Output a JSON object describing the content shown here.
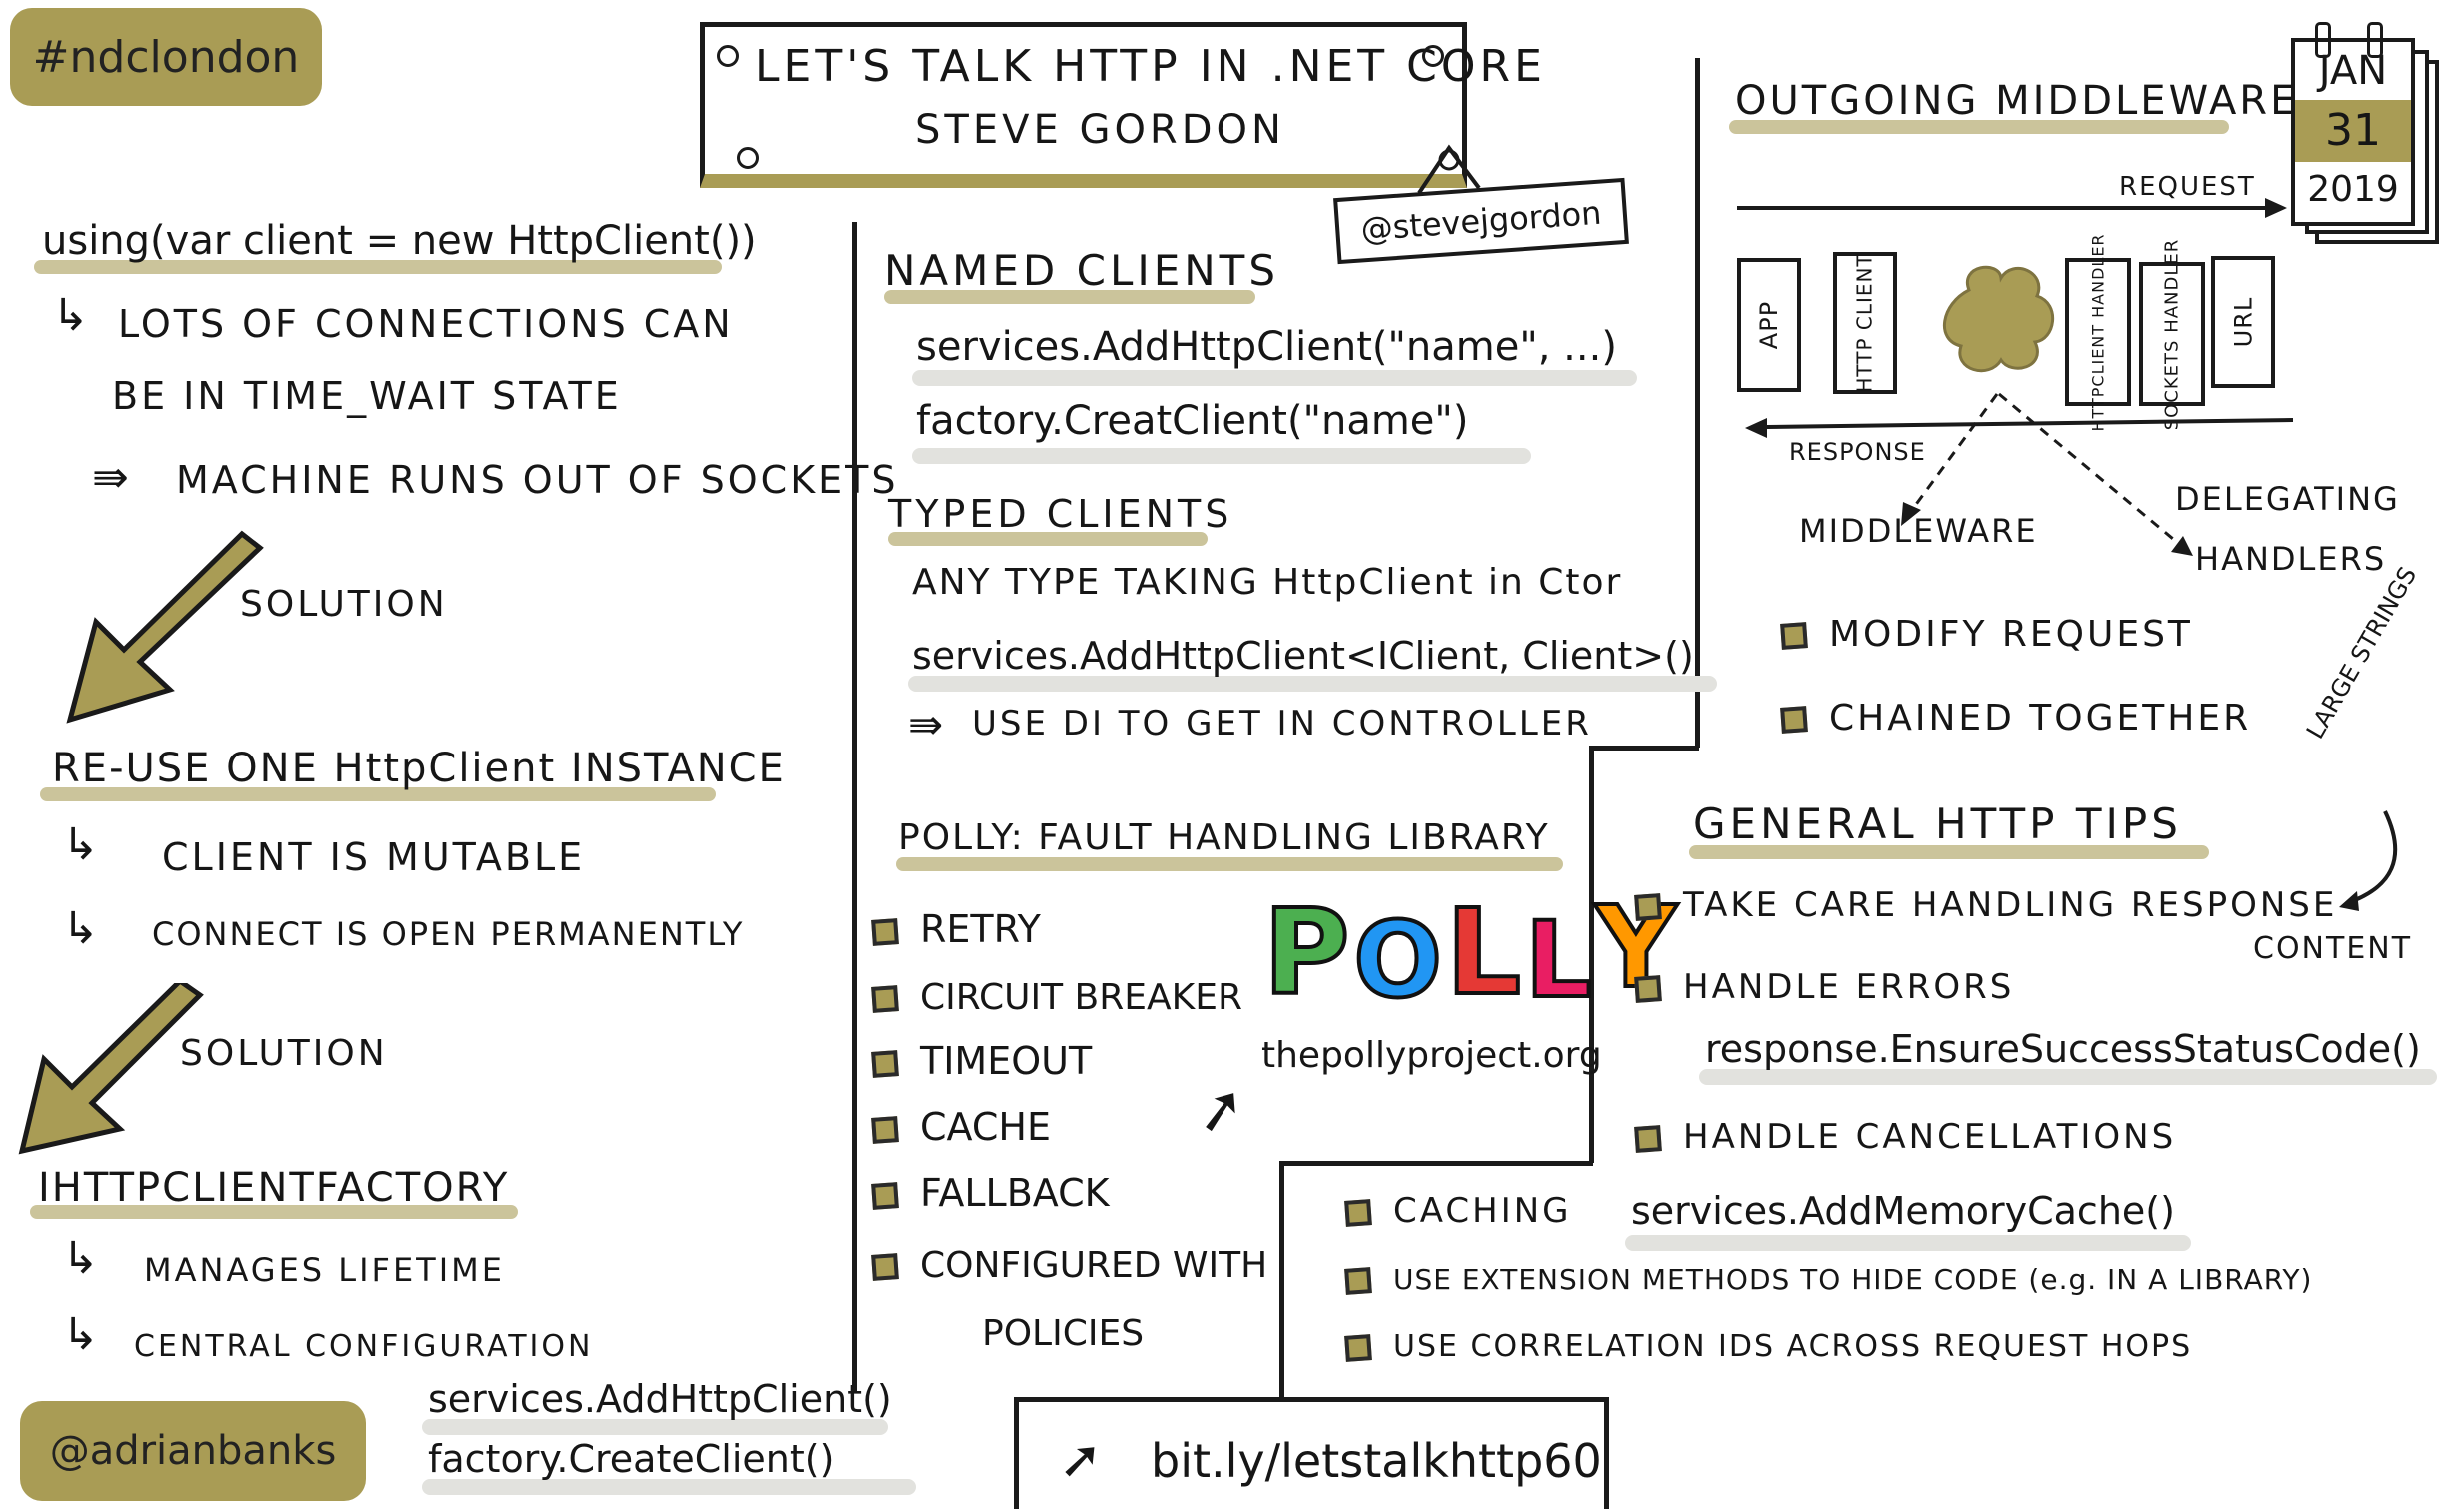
{
  "hashtag": "#ndclondon",
  "title": {
    "line1": "LET'S TALK HTTP IN .NET CORE",
    "line2": "STEVE GORDON",
    "handle": "@stevejgordon"
  },
  "calendar": {
    "month": "JAN",
    "day": "31",
    "year": "2019"
  },
  "left": {
    "using_code": "using(var client = new HttpClient())",
    "issue_line1": "LOTS OF CONNECTIONS CAN",
    "issue_line2": "BE IN TIME_WAIT STATE",
    "consequence": "MACHINE RUNS OUT OF SOCKETS",
    "solution1": "SOLUTION",
    "reuse": "RE-USE ONE HttpClient INSTANCE",
    "reuse_point1": "CLIENT IS MUTABLE",
    "reuse_point2": "CONNECT IS OPEN PERMANENTLY",
    "solution2": "SOLUTION",
    "factory": "IHTTPCLIENTFACTORY",
    "factory_point1": "MANAGES LIFETIME",
    "factory_point2": "CENTRAL CONFIGURATION",
    "author": "@adrianbanks",
    "code1": "services.AddHttpClient()",
    "code2": "factory.CreateClient()"
  },
  "middle": {
    "named_heading": "NAMED CLIENTS",
    "named_code1": "services.AddHttpClient(\"name\", ...)",
    "named_code2": "factory.CreatClient(\"name\")",
    "typed_heading": "TYPED CLIENTS",
    "typed_line": "ANY TYPE TAKING HttpClient in Ctor",
    "typed_code": "services.AddHttpClient<IClient, Client>()",
    "typed_di": "USE DI TO GET IN CONTROLLER",
    "polly_heading": "POLLY: FAULT HANDLING LIBRARY",
    "polly_items": [
      "RETRY",
      "CIRCUIT BREAKER",
      "TIMEOUT",
      "CACHE",
      "FALLBACK",
      "CONFIGURED WITH"
    ],
    "polly_items_cont": "POLICIES",
    "polly_logo": [
      "P",
      "O",
      "L",
      "L",
      "Y"
    ],
    "polly_site": "thepollyproject.org"
  },
  "right": {
    "outgoing_heading": "OUTGOING MIDDLEWARE",
    "request_label": "REQUEST",
    "response_label": "RESPONSE",
    "pipeline": [
      "APP",
      "HTTP CLIENT",
      "HTTPCLIENT HANDLER",
      "SOCKETS HANDLER",
      "URL"
    ],
    "middleware_label": "MIDDLEWARE",
    "delegating_line1": "DELEGATING",
    "delegating_line2": "HANDLERS",
    "points": [
      "MODIFY REQUEST",
      "CHAINED TOGETHER"
    ],
    "tips_heading": "GENERAL HTTP TIPS",
    "large_strings": "LARGE STRINGS",
    "tip1": "TAKE CARE HANDLING RESPONSE",
    "tip1_cont": "CONTENT",
    "tip2": "HANDLE ERRORS",
    "tip2_code": "response.EnsureSuccessStatusCode()",
    "tip3": "HANDLE CANCELLATIONS",
    "caching_label": "CACHING",
    "caching_code": "services.AddMemoryCache()",
    "extension": "USE EXTENSION METHODS TO HIDE CODE (e.g. IN A LIBRARY)",
    "correlation": "USE CORRELATION IDS ACROSS REQUEST HOPS"
  },
  "link": "bit.ly/letstalkhttp60",
  "colors": {
    "accent": "#a99c55",
    "polly_p": "#4caf50",
    "polly_o": "#2196f3",
    "polly_l1": "#e53935",
    "polly_l2": "#e91e63",
    "polly_y": "#ff9800"
  }
}
